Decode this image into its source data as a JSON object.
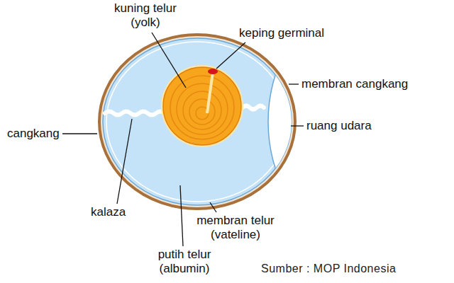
{
  "diagram": {
    "labels": [
      "kuning telur (yolk)",
      "keping germinal",
      "membran cangkang",
      "ruang udara",
      "cangkang",
      "kalaza",
      "membran telur (vateline)",
      "putih telur (albumin)",
      "Sumber : MOP Indonesia"
    ]
  }
}
